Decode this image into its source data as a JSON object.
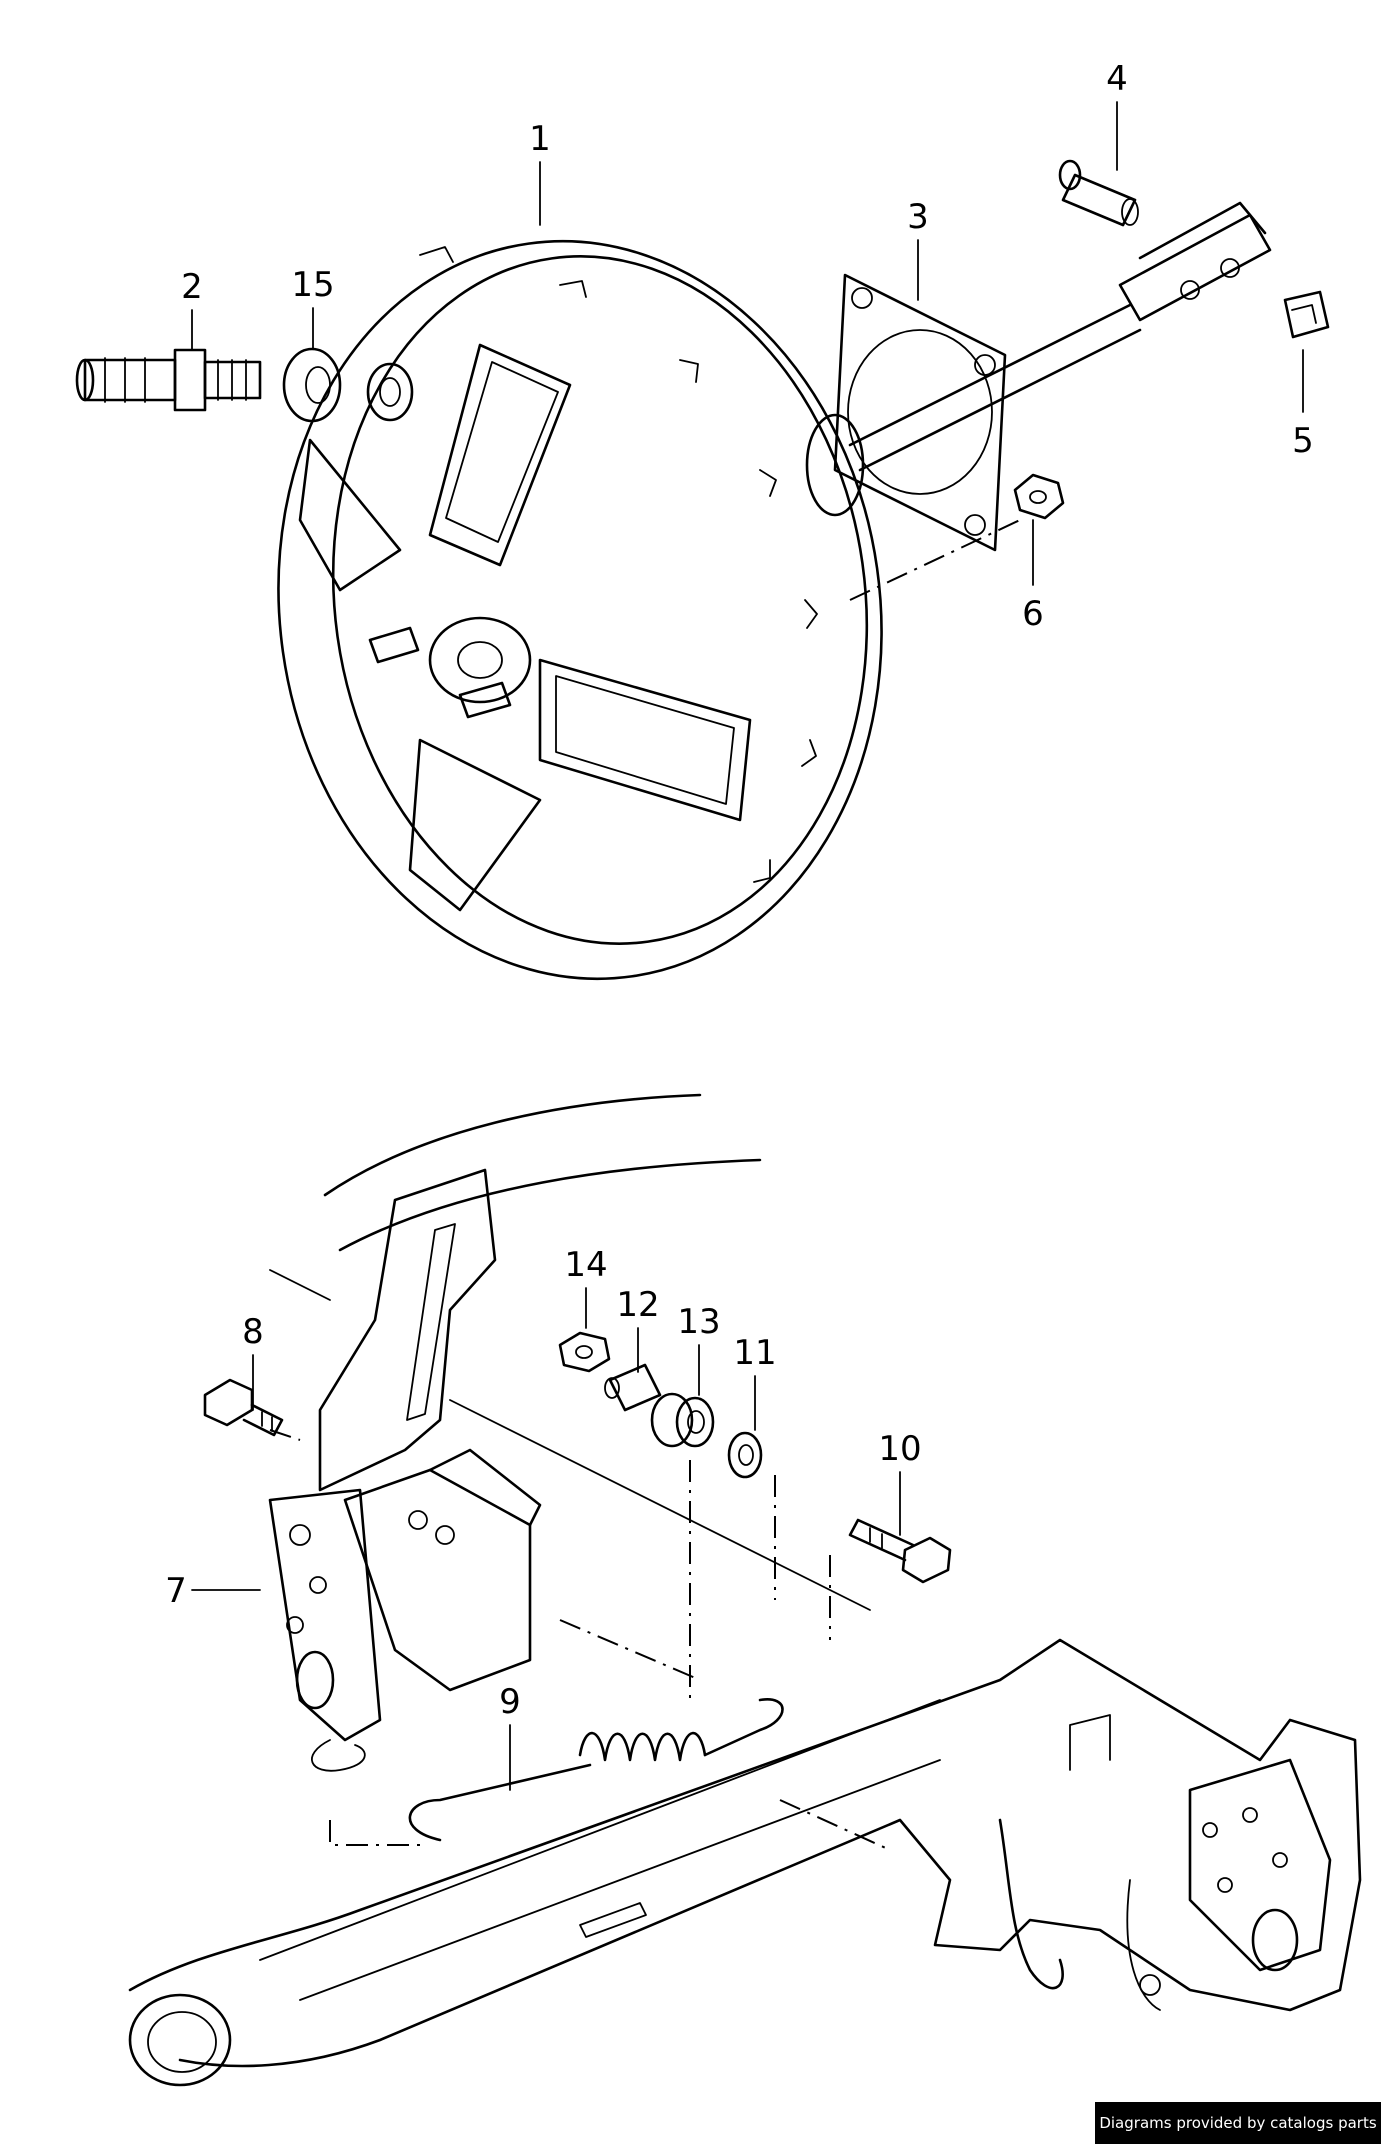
{
  "callouts": [
    {
      "id": "1",
      "label": "1"
    },
    {
      "id": "2",
      "label": "2"
    },
    {
      "id": "3",
      "label": "3"
    },
    {
      "id": "4",
      "label": "4"
    },
    {
      "id": "5",
      "label": "5"
    },
    {
      "id": "6",
      "label": "6"
    },
    {
      "id": "7",
      "label": "7"
    },
    {
      "id": "8",
      "label": "8"
    },
    {
      "id": "9",
      "label": "9"
    },
    {
      "id": "10",
      "label": "10"
    },
    {
      "id": "11",
      "label": "11"
    },
    {
      "id": "12",
      "label": "12"
    },
    {
      "id": "13",
      "label": "13"
    },
    {
      "id": "14",
      "label": "14"
    },
    {
      "id": "15",
      "label": "15"
    }
  ],
  "credit": "Diagrams provided by catalogs parts"
}
